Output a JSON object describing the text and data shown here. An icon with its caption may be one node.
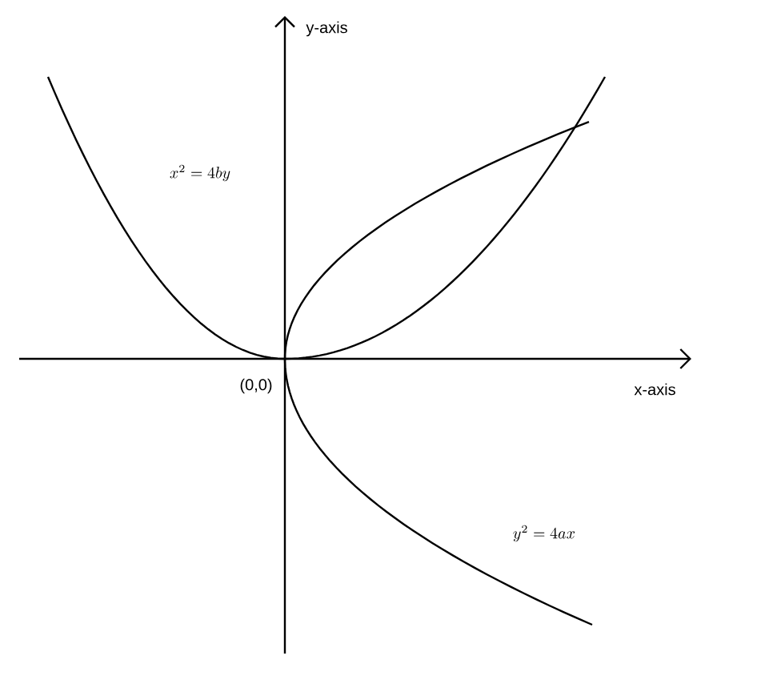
{
  "diagram": {
    "labels": [
      "y-axis",
      "x^2 = 4by",
      "x-axis",
      "(0,0)",
      "y^2 = 4ax"
    ]
  }
}
